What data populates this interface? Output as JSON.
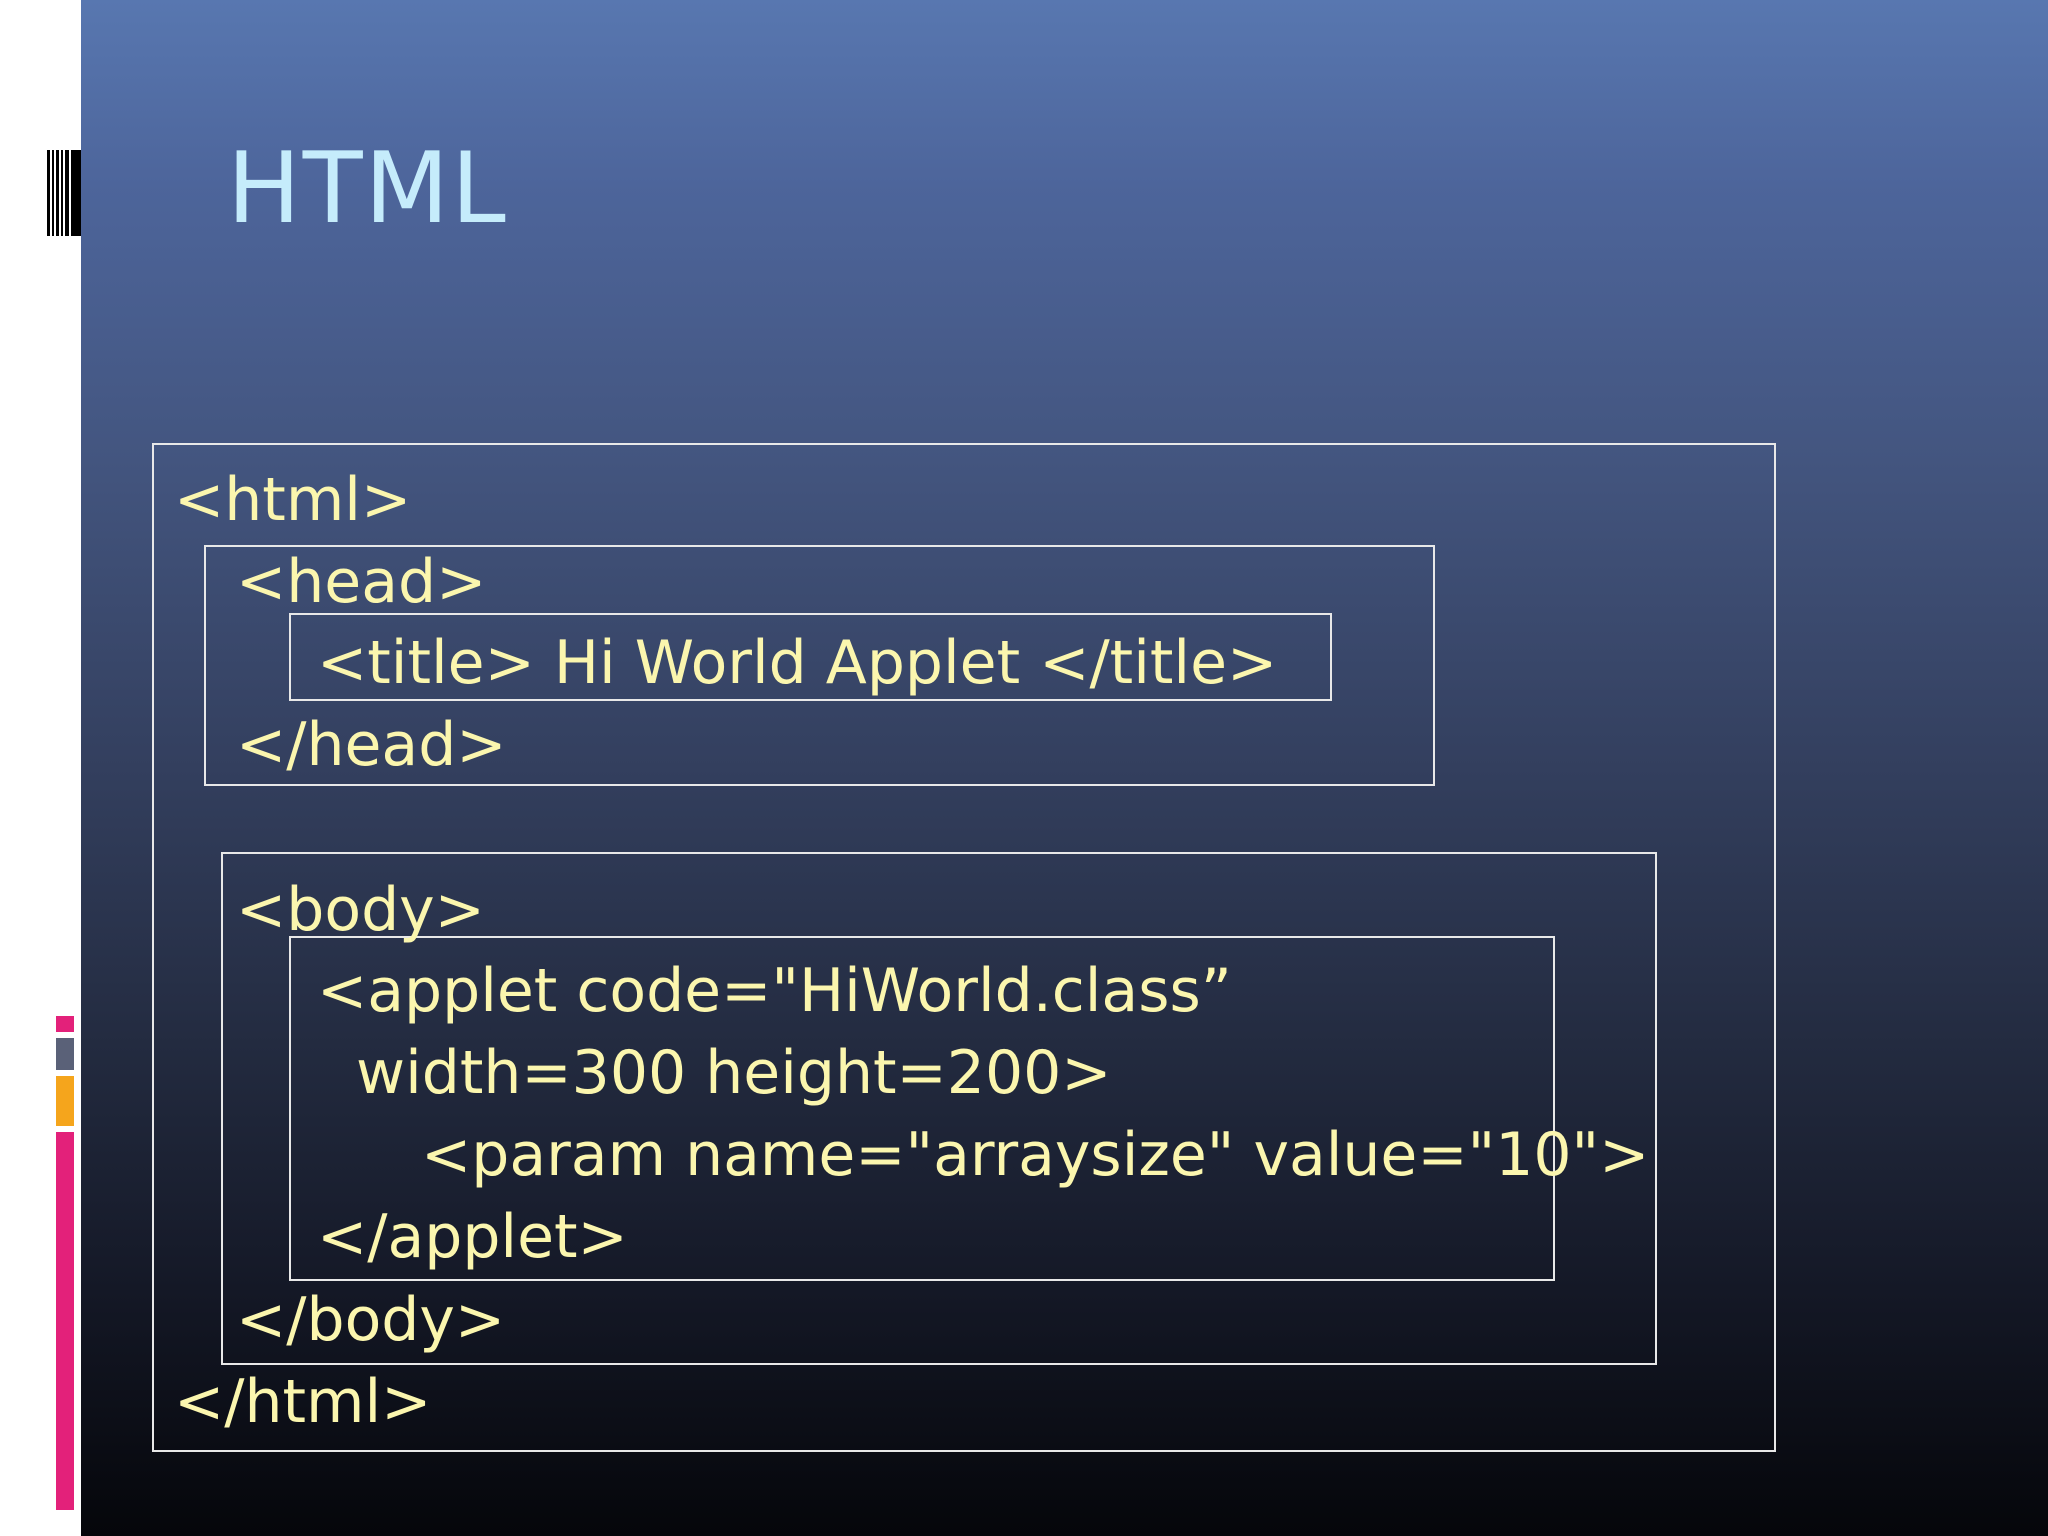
{
  "slide": {
    "title": "HTML",
    "code_lines": {
      "html_open": "<html>",
      "head_open": "<head>",
      "title_line": "<title> Hi World Applet </title>",
      "head_close": "</head>",
      "body_open": "<body>",
      "applet_open": "<applet code=\"HiWorld.class”",
      "applet_attrs": "width=300 height=200>",
      "param_line": "<param name=\"arraysize\" value=\"10\">",
      "applet_close": "</applet>",
      "body_close": "</body>",
      "html_close": "</html>"
    }
  },
  "colors": {
    "title": "#c5ecfb",
    "code_text": "#fbf6ae",
    "box_border": "#e8e8e8",
    "accent_pink": "#e3217a",
    "accent_orange": "#f5a51c",
    "accent_gray": "#5a6178"
  }
}
